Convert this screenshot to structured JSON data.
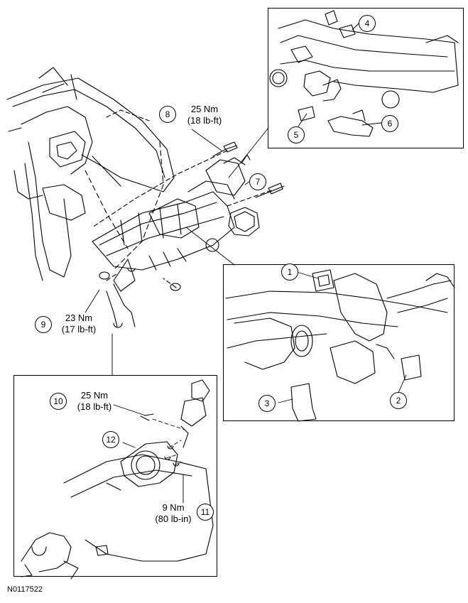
{
  "figure_id": "N0117522",
  "callouts": [
    "1",
    "2",
    "3",
    "4",
    "5",
    "6",
    "7",
    "8",
    "9",
    "10",
    "11",
    "12"
  ],
  "torques": {
    "t8": {
      "line1": "25 Nm",
      "line2": "(18 lb-ft)"
    },
    "t9": {
      "line1": "23 Nm",
      "line2": "(17 lb-ft)"
    },
    "t10": {
      "line1": "25 Nm",
      "line2": "(18 lb-ft)"
    },
    "t11": {
      "line1": "9 Nm",
      "line2": "(80 lb-in)"
    }
  }
}
